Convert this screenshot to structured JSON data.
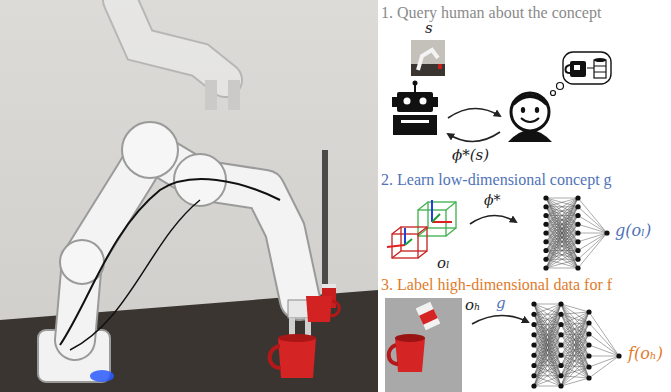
{
  "diagram": {
    "labels": [
      "1. Query human about the concept",
      "s",
      "ϕ*(s)",
      "2. Learn low-dimensional concept g",
      "ϕ*",
      "oₗ",
      "g(oₗ)",
      "3. Label high-dimensional data for f",
      "g",
      "oₕ",
      "f(oₕ)"
    ]
  }
}
